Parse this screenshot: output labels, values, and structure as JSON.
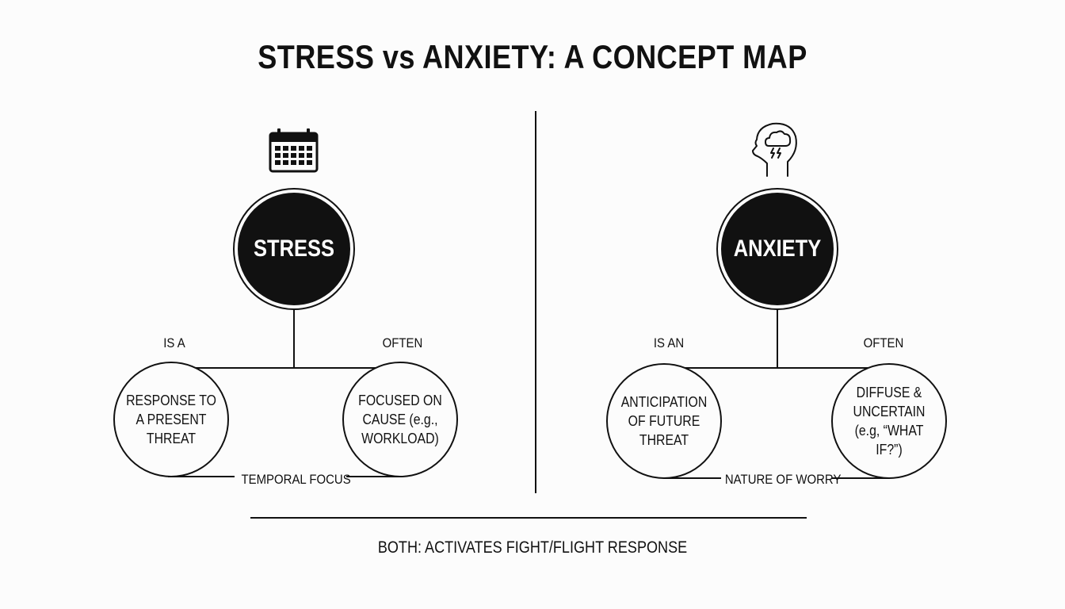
{
  "title": "STRESS vs ANXIETY: A CONCEPT MAP",
  "left": {
    "icon": "calendar-icon",
    "main": "STRESS",
    "link_left": "IS A",
    "link_right": "OFTEN",
    "node_left": "RESPONSE TO\nA PRESENT\nTHREAT",
    "node_right": "FOCUSED ON\nCAUSE (e.g.,\nWORKLOAD)",
    "bottom": "TEMPORAL FOCUS"
  },
  "right": {
    "icon": "head-storm-cloud-icon",
    "main": "ANXIETY",
    "link_left": "IS AN",
    "link_right": "OFTEN",
    "node_left": "ANTICIPATION\nOF FUTURE\nTHREAT",
    "node_right": "DIFFUSE &\nUNCERTAIN\n(e.g, “WHAT IF?”)",
    "bottom": "NATURE OF WORRY"
  },
  "footer": "BOTH: ACTIVATES FIGHT/FLIGHT RESPONSE"
}
